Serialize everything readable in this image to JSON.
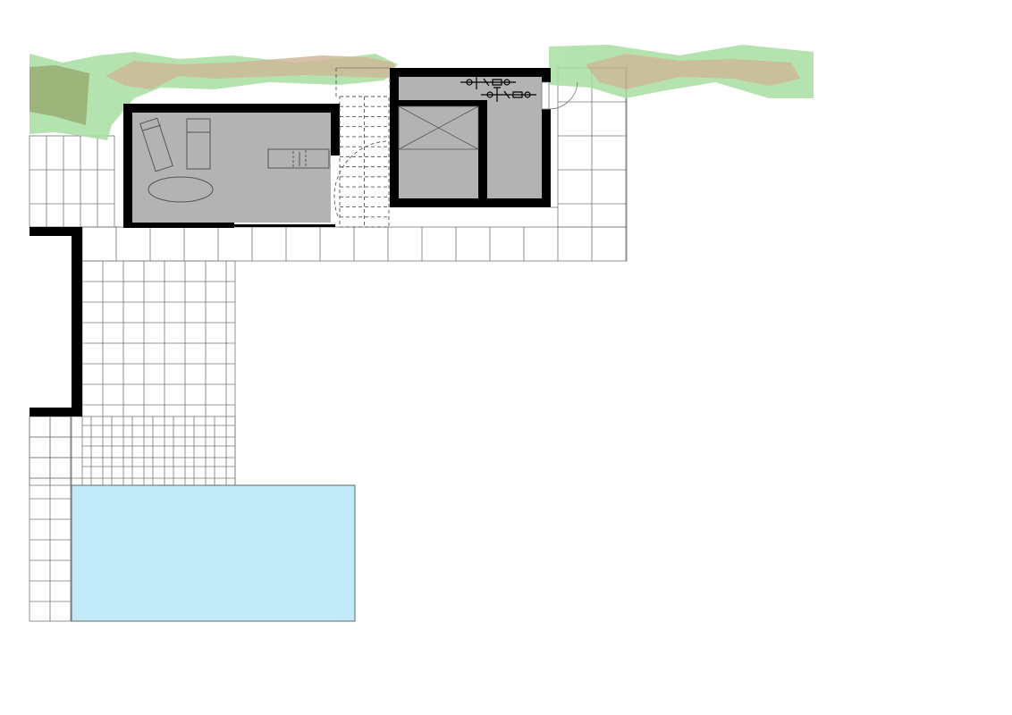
{
  "drawing": {
    "type": "architectural floor plan",
    "colors": {
      "background": "#ffffff",
      "grid_line": "#777777",
      "wall": "#000000",
      "room_fill": "#b3b3b3",
      "pool_water": "#c2e9f8",
      "pool_edge": "#666666",
      "hedge_light": "#a9dfa3",
      "hedge_dark": "#8da864",
      "hedge_brown": "#c4ad85",
      "fixture_stroke": "#555555",
      "dashed": "#555555"
    },
    "elements": {
      "lounge_room": {
        "furniture": [
          "lounger",
          "lounger",
          "oval-rug",
          "bench-counter"
        ]
      },
      "annex": {
        "rooms": [
          "storage-room",
          "bike-room"
        ],
        "fixtures": [
          "bicycle",
          "bicycle"
        ]
      },
      "pool": {
        "fill": "water"
      },
      "staircase": {
        "style": "dashed"
      },
      "hedges": [
        "hedge-left",
        "hedge-right"
      ]
    }
  }
}
